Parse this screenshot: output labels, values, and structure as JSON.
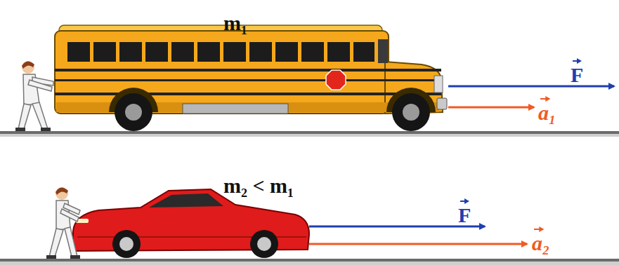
{
  "diagram": {
    "labels": [
      "m₁",
      "F",
      "a₁",
      "m₂ < m₁",
      "F",
      "a₂"
    ]
  }
}
